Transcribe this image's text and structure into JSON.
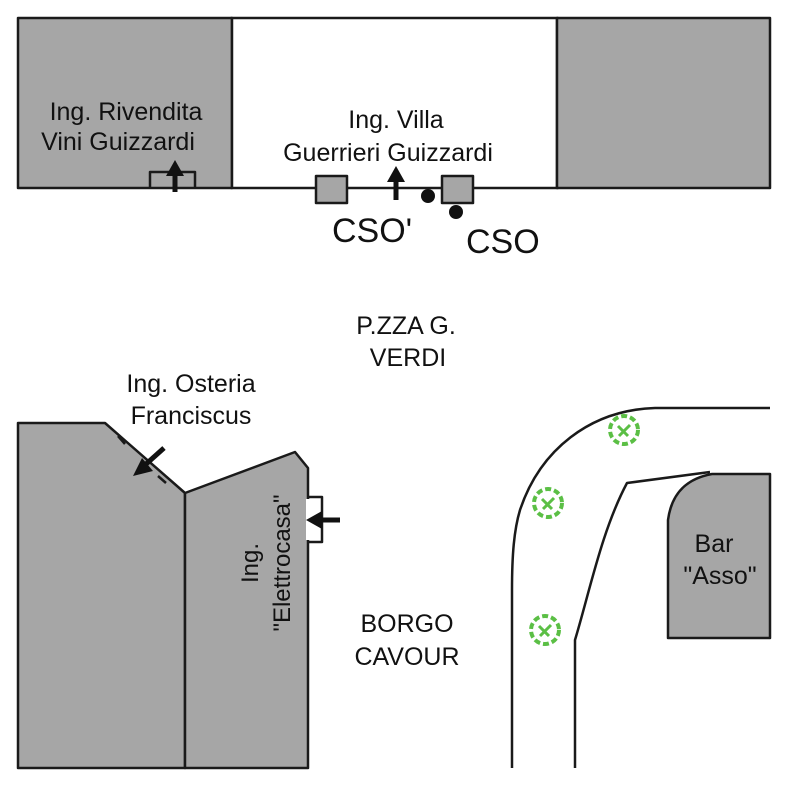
{
  "labels": {
    "rivendita_line1": "Ing. Rivendita",
    "rivendita_line2": "Vini Guizzardi",
    "villa_line1": "Ing. Villa",
    "villa_line2": "Guerrieri Guizzardi",
    "cso_prime": "CSO'",
    "cso": "CSO",
    "piazza_line1": "P.ZZA G.",
    "piazza_line2": "VERDI",
    "osteria_line1": "Ing. Osteria",
    "osteria_line2": "Franciscus",
    "elettrocasa_line1": "Ing.",
    "elettrocasa_line2": "\"Elettrocasa\"",
    "borgo_line1": "BORGO",
    "borgo_line2": "CAVOUR",
    "bar_line1": "Bar",
    "bar_line2": "\"Asso\""
  },
  "colors": {
    "building_fill": "#a6a6a6",
    "outline": "#1a1a1a",
    "tree": "#5bbf45",
    "background": "#ffffff"
  },
  "icons": {
    "entrance_arrow": "arrow-icon",
    "sensor": "sensor-dot-icon",
    "tree": "tree-icon"
  }
}
